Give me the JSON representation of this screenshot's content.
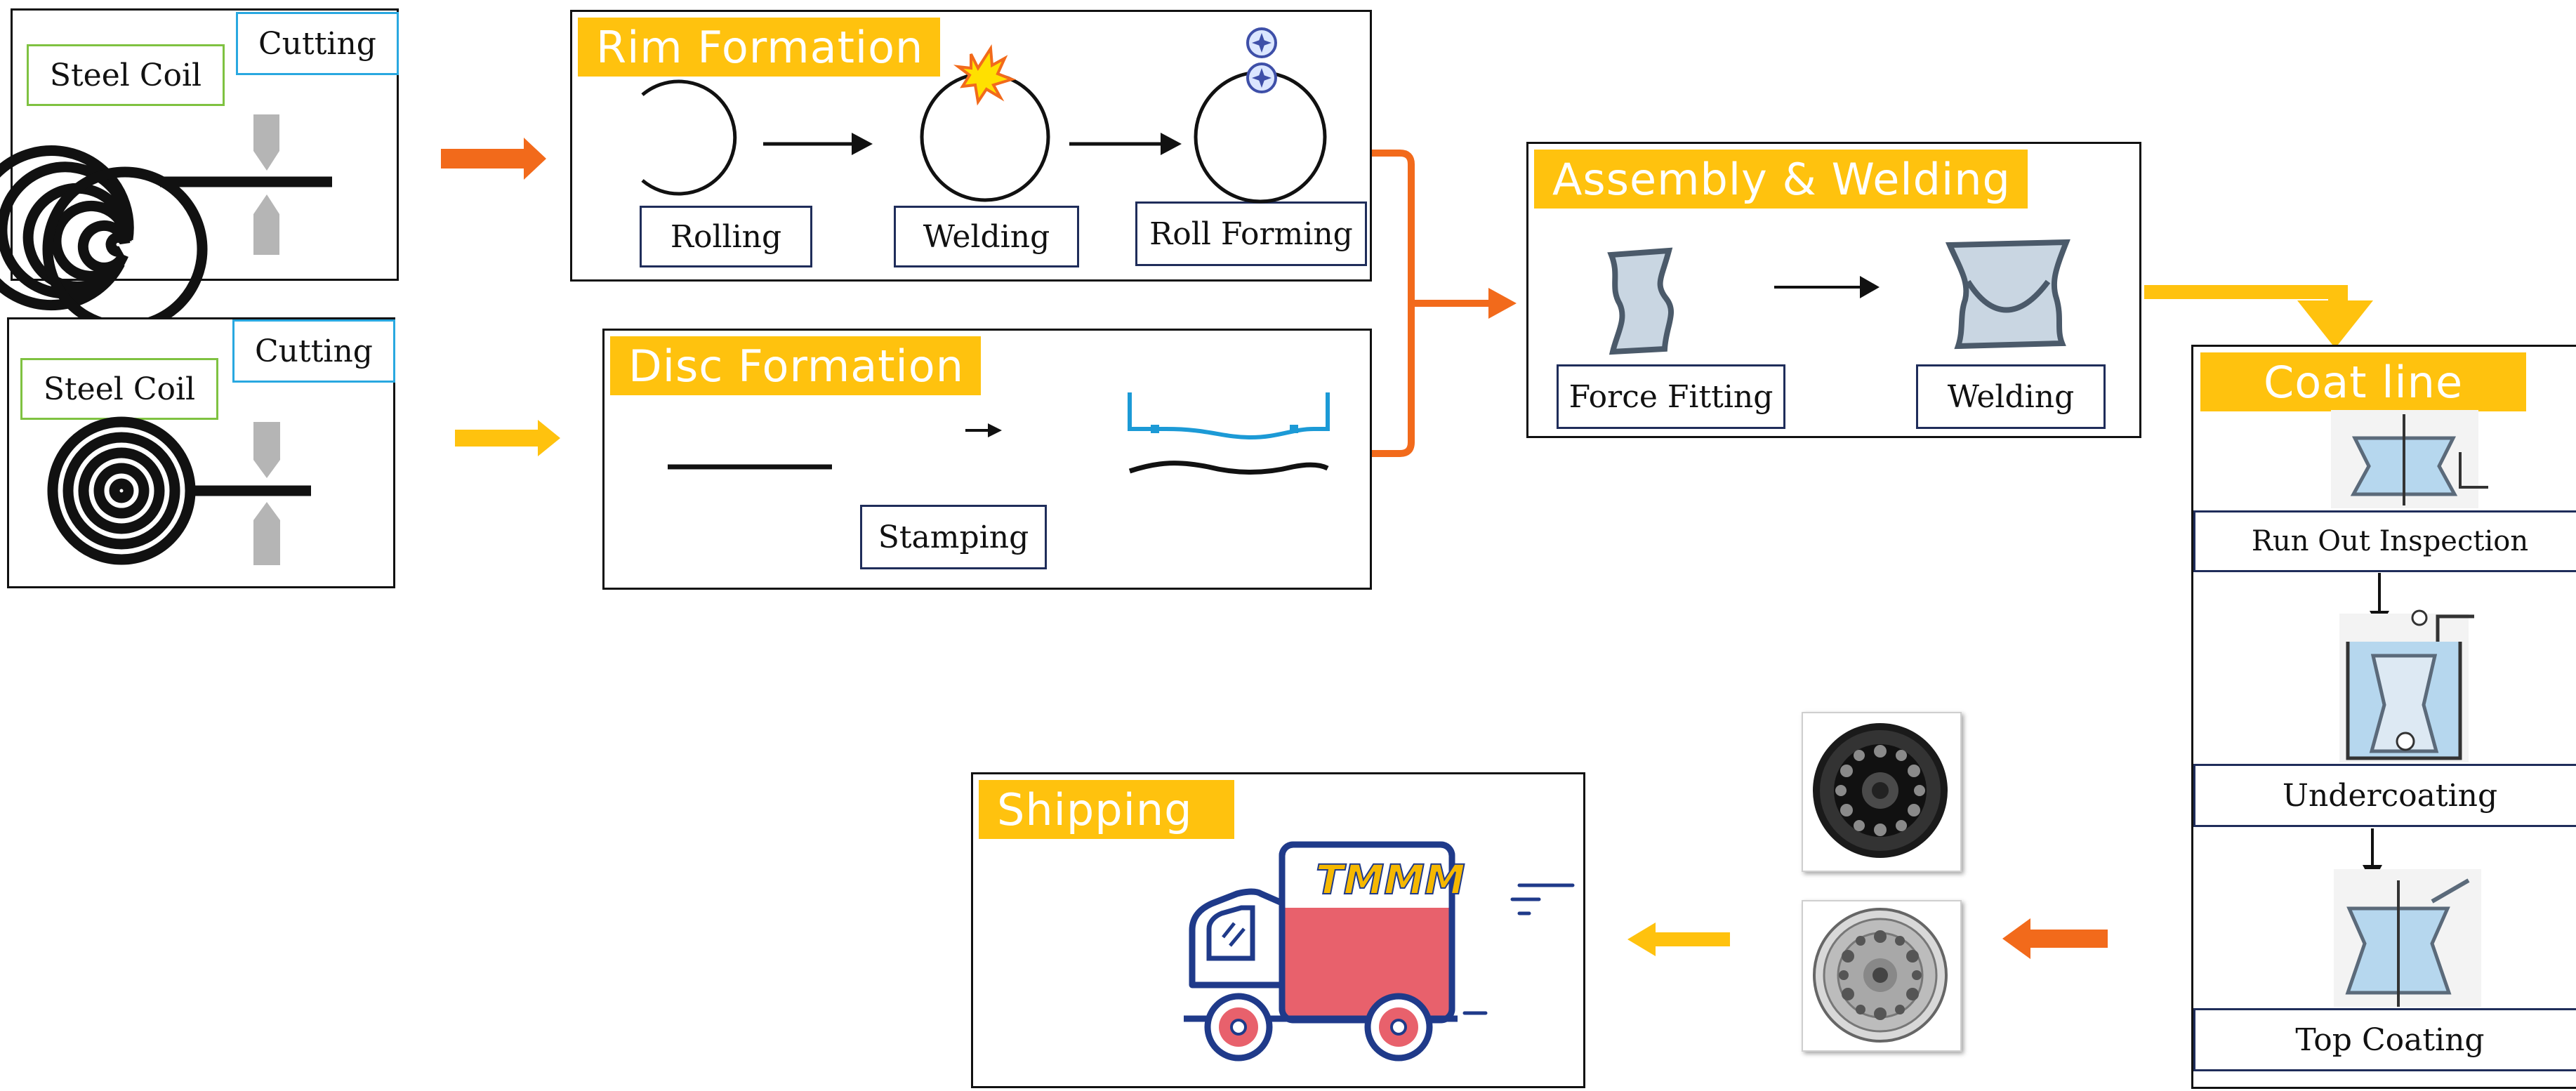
{
  "raw_material": [
    {
      "coil_label": "Steel Coil",
      "cut_label": "Cutting"
    },
    {
      "coil_label": "Steel Coil",
      "cut_label": "Cutting"
    }
  ],
  "rim": {
    "title": "Rim Formation",
    "steps": [
      "Rolling",
      "Welding",
      "Roll Forming"
    ]
  },
  "disc": {
    "title": "Disc Formation",
    "step": "Stamping"
  },
  "assembly": {
    "title": "Assembly & Welding",
    "steps": [
      "Force Fitting",
      "Welding"
    ]
  },
  "coat": {
    "title": "Coat line",
    "steps": [
      "Run Out Inspection",
      "Undercoating",
      "Top Coating"
    ]
  },
  "shipping": {
    "title": "Shipping",
    "logo_text": "TMMM"
  },
  "colors": {
    "orange": "#f26a1b",
    "yellow": "#ffc20e",
    "navy": "#1f2d5a",
    "blue": "#1c9ad6",
    "truck_red": "#e8616c"
  }
}
